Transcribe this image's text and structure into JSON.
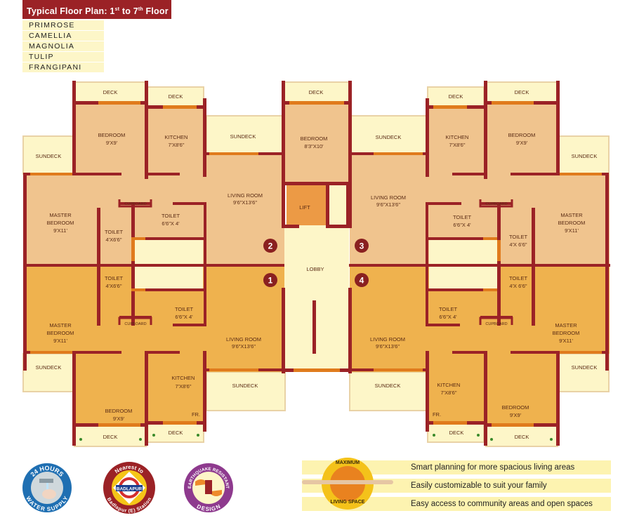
{
  "header": {
    "title_prefix": "Typical Floor Plan: 1",
    "title_sup1": "st",
    "title_mid": " to 7",
    "title_sup2": "th",
    "title_suffix": " Floor",
    "buildings": [
      "PRIMROSE",
      "CAMELLIA",
      "MAGNOLIA",
      "TULIP",
      "FRANGIPANI"
    ]
  },
  "colors": {
    "wall": "#9b2226",
    "upper_room": "#f0c48e",
    "lower_room": "#efb24e",
    "deck": "#fdf6c8",
    "deck_border": "#e9d2a6",
    "window": "#e07b1c",
    "lift": "#ec9a45",
    "unit_marker": "#8a2020"
  },
  "plan": {
    "units": [
      {
        "number": "1",
        "position": "lower-left"
      },
      {
        "number": "2",
        "position": "upper-left"
      },
      {
        "number": "3",
        "position": "upper-right"
      },
      {
        "number": "4",
        "position": "lower-right"
      }
    ],
    "labels": {
      "deck": "DECK",
      "sundeck": "SUNDECK",
      "bedroom": "BEDROOM",
      "kitchen": "KITCHEN",
      "living_room": "LIVING ROOM",
      "master": "MASTER",
      "toilet": "TOILET",
      "cupboard": "CUPBOARD",
      "lift": "LIFT",
      "lobby": "LOBBY",
      "fridge": "FR."
    },
    "dims": {
      "bedroom": "9'X9'",
      "center_bedroom": "8'3\"X10'",
      "kitchen": "7'X8'6\"",
      "living": "9'6\"X13'6\"",
      "master": "9'X11'",
      "toilet_small_left": "4'X6'6\"",
      "toilet_small_right": "4'X 6'6\"",
      "toilet_large": "6'6\"X 4'"
    }
  },
  "badges": [
    {
      "top_text": "24 HOURS",
      "bottom_text": "WATER SUPPLY",
      "color": "#1f6fb2"
    },
    {
      "top_text": "Nearest to",
      "center_text": "BADLAPUR",
      "bottom_text": "Badlapur (E) Station",
      "color": "#9b2226"
    },
    {
      "top_text": "EARTHQUAKE RESISTANT",
      "bottom_text": "DESIGN",
      "color": "#8e3a8e"
    }
  ],
  "features": {
    "logo_top": "MAXIMUM",
    "logo_bottom": "LIVING SPACE",
    "items": [
      "Smart planning for more spacious living areas",
      "Easily customizable to suit your family",
      "Easy access to community areas and open spaces"
    ]
  }
}
